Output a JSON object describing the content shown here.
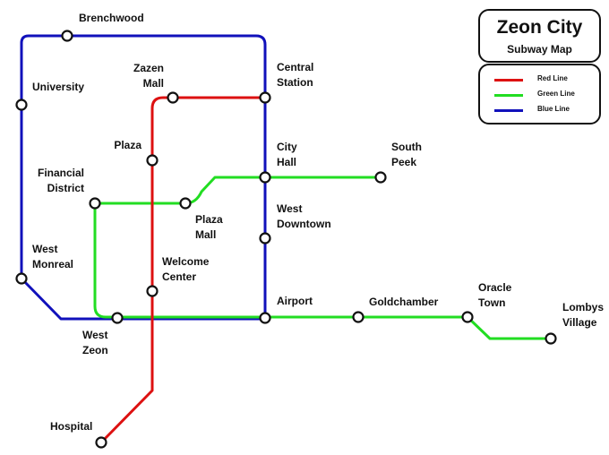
{
  "title": {
    "main": "Zeon City",
    "subtitle": "Subway Map"
  },
  "legend": [
    {
      "label": "Red Line",
      "color": "#dd1111"
    },
    {
      "label": "Green Line",
      "color": "#22dd22"
    },
    {
      "label": "Blue Line",
      "color": "#1111bb"
    }
  ],
  "stations": {
    "brenchwood": "Brenchwood",
    "university": "University",
    "west_monreal": "West\nMonreal",
    "west_zeon": "West\nZeon",
    "zazen_mall": "Zazen\nMall",
    "plaza": "Plaza",
    "financial_district": "Financial\nDistrict",
    "plaza_mall": "Plaza\nMall",
    "welcome_center": "Welcome\nCenter",
    "hospital": "Hospital",
    "central_station": "Central\nStation",
    "city_hall": "City\nHall",
    "west_downtown": "West\nDowntown",
    "airport": "Airport",
    "south_peek": "South\nPeek",
    "goldchamber": "Goldchamber",
    "oracle_town": "Oracle\nTown",
    "lombys_village": "Lombys\nVillage"
  }
}
